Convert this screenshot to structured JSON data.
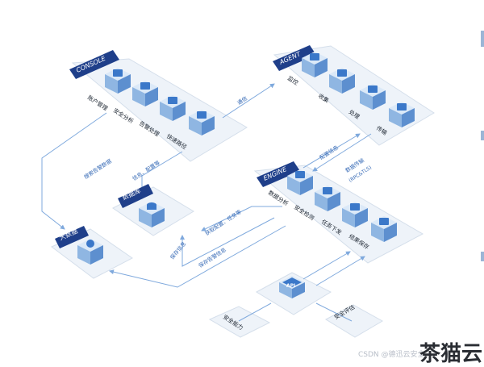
{
  "colors": {
    "platform": "#eef3f9",
    "platform_edge": "#d5dfeb",
    "badge": "#1f3f8a",
    "icon_top": "#dbe9f8",
    "icon_left": "#8fb6e2",
    "icon_right": "#5d8fcf",
    "icon_face": "#3b78c9",
    "connector": "#7fa9dd",
    "text": "#1b2430",
    "conn_text": "#3569b5"
  },
  "console": {
    "badge": "CONSOLE",
    "modules": [
      "账户管理",
      "安全分析",
      "告警处理",
      "快速路径"
    ]
  },
  "agent": {
    "badge": "AGENT",
    "modules": [
      "监控",
      "收集",
      "处理",
      "传输"
    ]
  },
  "engine": {
    "badge": "ENGINE",
    "modules": [
      "数据分析",
      "安全检测",
      "任务下发",
      "结果保存"
    ]
  },
  "database": {
    "badge": "数据库"
  },
  "bigdata": {
    "badge": "大数据"
  },
  "api": {
    "badge": "API"
  },
  "clients": [
    "安全能力",
    "安全评估"
  ],
  "connectors": {
    "console_agent": "通信",
    "console_bigdata": "搜索告警数据",
    "console_db": "信息、配置等",
    "engine_agent_1": "配置信息",
    "engine_agent_2": "数据传输",
    "engine_agent_3": "(RPC&TLS)",
    "engine_db_1": "获取配置、任务等",
    "engine_db_2": "保存信息",
    "engine_bigdata": "保存告警信息"
  },
  "footer": {
    "csdn": "CSDN @德迅云安全",
    "brand": "茶猫云"
  }
}
